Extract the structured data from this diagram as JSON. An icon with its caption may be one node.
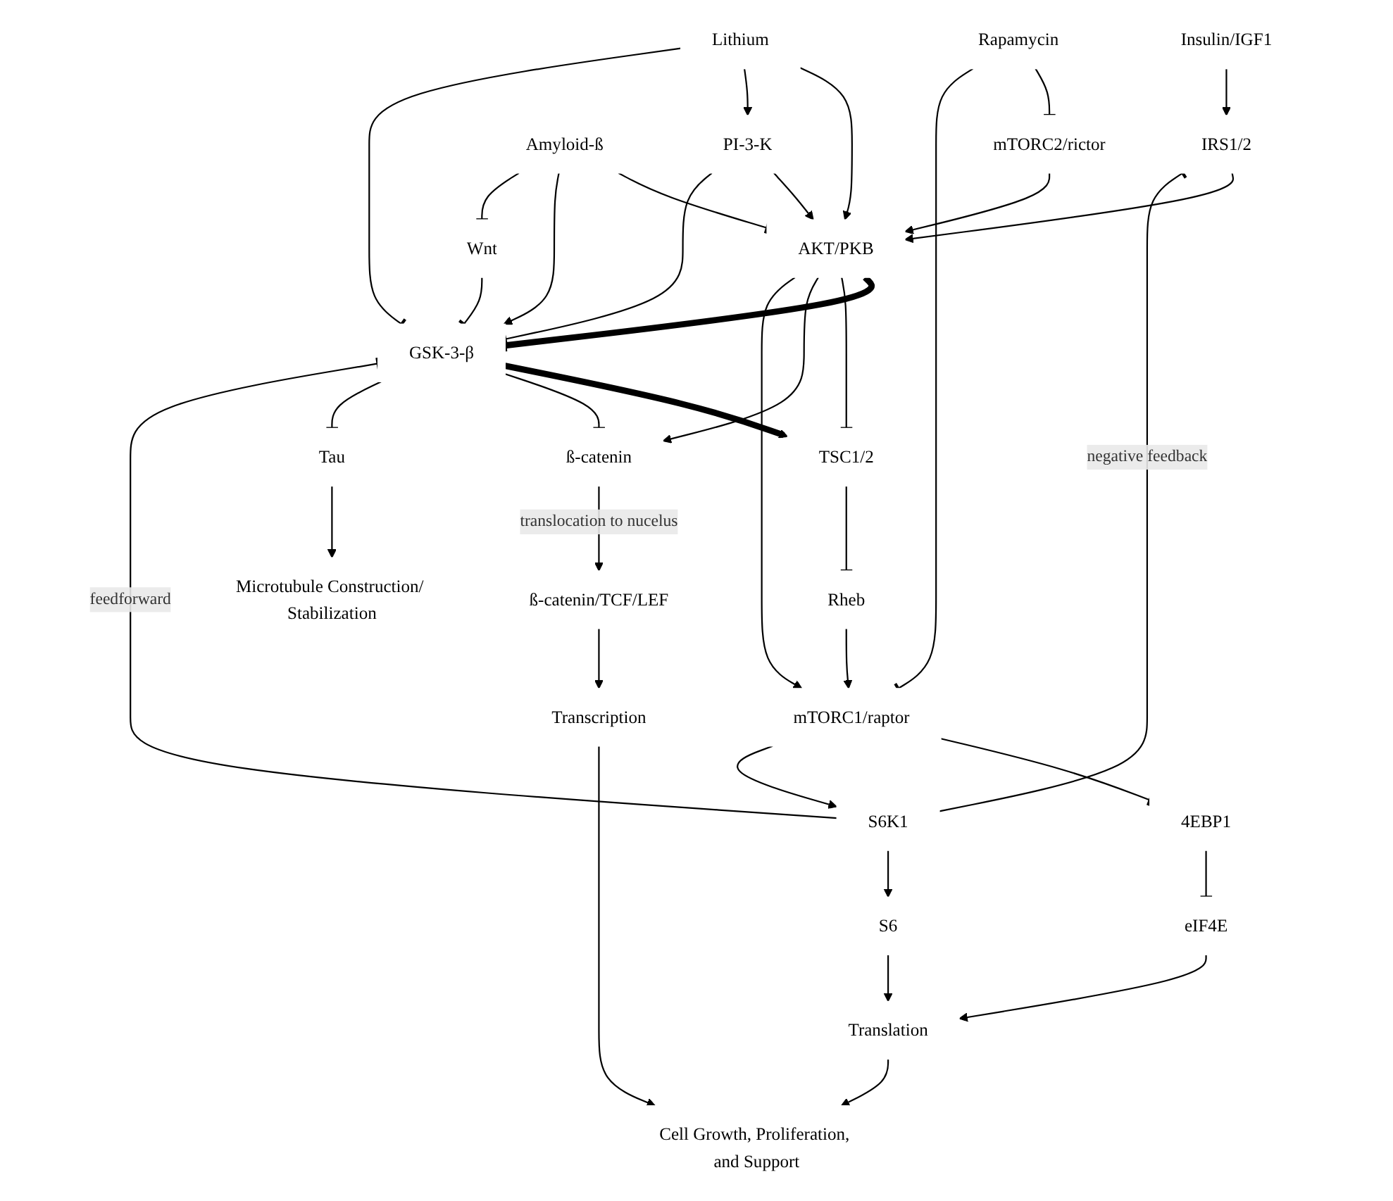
{
  "diagram": {
    "nodes": [
      {
        "text": [
          "Amyloid-ß"
        ]
      },
      {
        "text": [
          "Insulin/IGF1"
        ]
      },
      {
        "text": [
          "Wnt"
        ]
      },
      {
        "text": [
          "Lithium"
        ]
      },
      {
        "text": [
          "PI-3-K"
        ]
      },
      {
        "text": [
          "IRS1/2"
        ]
      },
      {
        "text": [
          "AKT/PKB"
        ]
      },
      {
        "text": [
          "GSK-3-β"
        ]
      },
      {
        "text": [
          "Tau"
        ]
      },
      {
        "text": [
          "mTORC2/rictor"
        ]
      },
      {
        "text": [
          "TSC1/2"
        ]
      },
      {
        "text": [
          "ß-catenin"
        ]
      },
      {
        "text": [
          "Microtubule Construction/ Stabilization"
        ]
      },
      {
        "text": [
          "Rheb"
        ]
      },
      {
        "text": [
          "Rapamycin"
        ]
      },
      {
        "text": [
          "mTORC1/raptor"
        ]
      },
      {
        "text": [
          "4EBP1"
        ]
      },
      {
        "text": [
          "S6K1"
        ]
      },
      {
        "text": [
          "eIF4E"
        ]
      },
      {
        "text": [
          "S6"
        ]
      },
      {
        "text": [
          "ß-catenin/TCF/LEF"
        ]
      },
      {
        "text": [
          "Translation"
        ]
      },
      {
        "text": [
          "Transcription"
        ]
      },
      {
        "text": [
          "Cell Growth, Proliferation, and Support"
        ]
      }
    ],
    "edges": [
      {
        "from": 0,
        "to": 6,
        "arrow": "other"
      },
      {
        "from": 0,
        "to": 7,
        "arrow": "to"
      },
      {
        "from": 0,
        "to": 2,
        "arrow": "other"
      },
      {
        "from": 1,
        "to": 5,
        "arrow": "to"
      },
      {
        "from": 2,
        "to": 7,
        "arrow": "other"
      },
      {
        "from": 3,
        "to": 6,
        "arrow": "to"
      },
      {
        "from": 3,
        "to": 4,
        "arrow": "to"
      },
      {
        "from": 4,
        "to": 6,
        "arrow": "to"
      },
      {
        "from": 4,
        "to": 7,
        "arrow": "other"
      },
      {
        "from": 3,
        "to": 7,
        "arrow": "other"
      },
      {
        "from": 5,
        "to": 6,
        "arrow": "to"
      },
      {
        "from": 6,
        "to": 7,
        "arrow": "other",
        "style": "thick"
      },
      {
        "from": 6,
        "to": 10,
        "arrow": "other"
      },
      {
        "from": 6,
        "to": 11,
        "arrow": "to"
      },
      {
        "from": 6,
        "to": 15,
        "arrow": "to"
      },
      {
        "from": 7,
        "to": 10,
        "arrow": "to",
        "style": "thick"
      },
      {
        "from": 7,
        "to": 11,
        "arrow": "other"
      },
      {
        "from": 7,
        "to": 8,
        "arrow": "other"
      },
      {
        "from": 8,
        "to": 12,
        "arrow": "to"
      },
      {
        "from": 9,
        "to": 6,
        "arrow": "to"
      },
      {
        "from": 14,
        "to": 9,
        "arrow": "other"
      },
      {
        "from": 14,
        "to": 15,
        "arrow": "other"
      },
      {
        "from": 10,
        "to": 13,
        "arrow": "other"
      },
      {
        "from": 13,
        "to": 15,
        "arrow": "to"
      },
      {
        "from": 15,
        "to": 16,
        "arrow": "other"
      },
      {
        "from": 15,
        "to": 17,
        "arrow": "to"
      },
      {
        "from": 17,
        "to": 5,
        "arrow": "other",
        "label": "negative feedback"
      },
      {
        "from": 17,
        "to": 7,
        "arrow": "other",
        "label": "feedforward"
      },
      {
        "from": 11,
        "to": 20,
        "arrow": "to",
        "label": "translocation to nucelus"
      },
      {
        "from": 16,
        "to": 18,
        "arrow": "other"
      },
      {
        "from": 18,
        "to": 21,
        "arrow": "to"
      },
      {
        "from": 17,
        "to": 19,
        "arrow": "to"
      },
      {
        "from": 19,
        "to": 21,
        "arrow": "to"
      },
      {
        "from": 20,
        "to": 22,
        "arrow": "to"
      },
      {
        "from": 21,
        "to": 23,
        "arrow": "to"
      },
      {
        "from": 22,
        "to": 23,
        "arrow": "to"
      }
    ]
  }
}
